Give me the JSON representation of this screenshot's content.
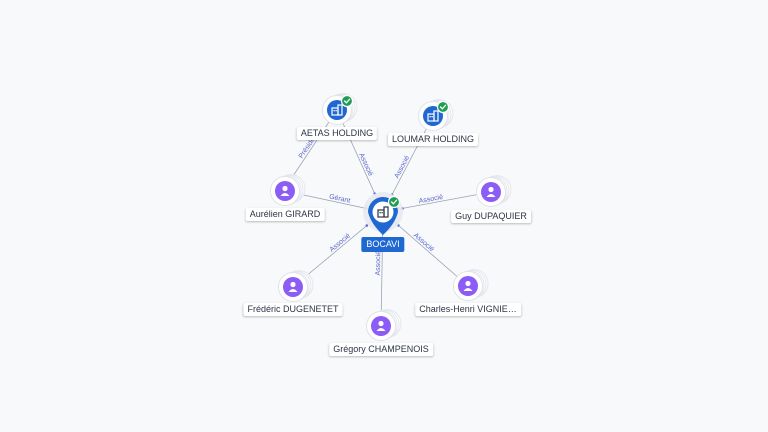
{
  "center": {
    "label": "BOCAVI",
    "icon": "building-icon",
    "verified": true
  },
  "nodes": [
    {
      "id": "aetas",
      "label": "AETAS HOLDING",
      "kind": "company",
      "verified": true,
      "edge_label": "Associé"
    },
    {
      "id": "loumar",
      "label": "LOUMAR HOLDING",
      "kind": "company",
      "verified": true,
      "edge_label": "Associé"
    },
    {
      "id": "girard",
      "label": "Aurélien GIRARD",
      "kind": "person",
      "verified": false,
      "edge_label": "Gérant"
    },
    {
      "id": "dupaquier",
      "label": "Guy DUPAQUIER",
      "kind": "person",
      "verified": false,
      "edge_label": "Associé"
    },
    {
      "id": "dugenetet",
      "label": "Frédéric DUGENETET",
      "kind": "person",
      "verified": false,
      "edge_label": "Associé"
    },
    {
      "id": "vignie",
      "label": "Charles-Henri VIGNIE…",
      "kind": "person",
      "verified": false,
      "edge_label": "Associé"
    },
    {
      "id": "champenois",
      "label": "Grégory CHAMPENOIS",
      "kind": "person",
      "verified": false,
      "edge_label": "Associé"
    }
  ],
  "extra_edges": [
    {
      "from": "girard",
      "to": "aetas",
      "label": "Président"
    }
  ],
  "colors": {
    "company": "#1f67d1",
    "person": "#8b5cf6",
    "verified": "#1f9d55",
    "edge": "#9aa3b5",
    "edge_label": "#5b67c9"
  }
}
